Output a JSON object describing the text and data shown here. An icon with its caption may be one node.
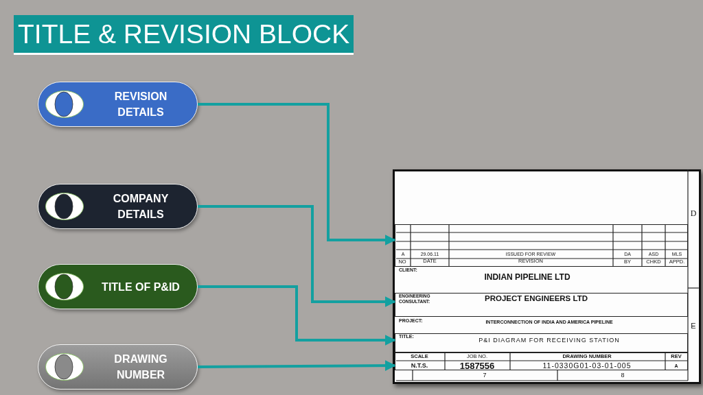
{
  "diagram": {
    "title": "TITLE & REVISION BLOCK",
    "nodes": [
      {
        "text": [
          "REVISION DETAILS"
        ]
      },
      {
        "text": [
          "COMPANY DETAILS"
        ]
      },
      {
        "text": [
          "TITLE OF P&ID"
        ]
      },
      {
        "text": [
          "DRAWING NUMBER"
        ]
      },
      {
        "text": [],
        "shape": "box"
      },
      {
        "text": [],
        "shape": "box",
        "in": 4
      },
      {
        "text": [],
        "shape": "box",
        "in": 4
      },
      {
        "text": [],
        "shape": "box",
        "in": 4
      },
      {
        "text": [],
        "shape": "box",
        "in": 4
      }
    ],
    "edges": [
      {
        "from": 0,
        "to": 5,
        "arrow": "to"
      },
      {
        "from": 1,
        "to": 6,
        "arrow": "to"
      },
      {
        "from": 2,
        "to": 7,
        "arrow": "to"
      },
      {
        "from": 3,
        "to": 8,
        "arrow": "to"
      }
    ],
    "labels": [
      "D",
      "A",
      "29.06.11",
      "ISSUED FOR REVIEW",
      "DA",
      "ASD",
      "MLS",
      "NO",
      "DATE",
      "REVISION",
      "BY",
      "CHKD",
      "APPD.",
      "CLIENT:",
      "INDIAN PIPELINE LTD",
      "ENGINEERING CONSULTANT:",
      "PROJECT ENGINEERS LTD",
      "PROJECT:",
      "INTERCONNECTION OF INDIA AND AMERICA PIPELINE",
      "E",
      "TITLE:",
      "P&I DIAGRAM FOR RECEIVING STATION",
      "SCALE",
      "JOB NO.",
      "DRAWING NUMBER",
      "REV",
      "N.T.S.",
      "1587556",
      "11-0330G01-03-01-005",
      "A",
      "7",
      "8"
    ]
  }
}
